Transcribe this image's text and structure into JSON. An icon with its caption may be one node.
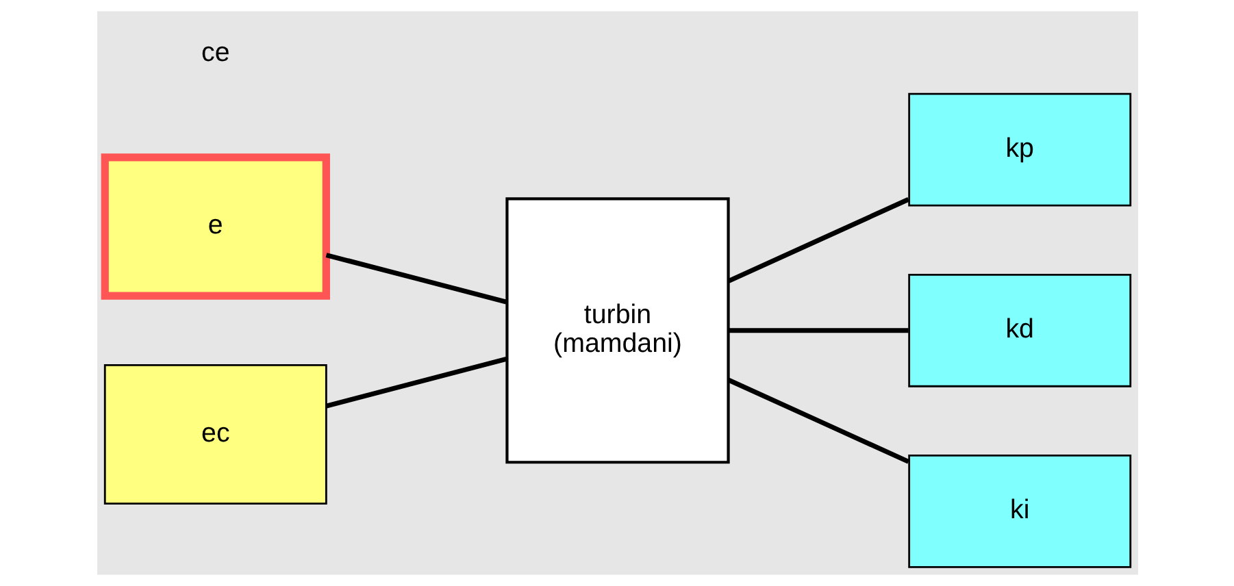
{
  "diagram": {
    "nodes": [
      {
        "text": [
          "e"
        ]
      },
      {
        "text": [
          "ec"
        ]
      },
      {
        "text": [
          "turbin",
          "(mamdani)"
        ]
      },
      {
        "text": [
          "kp"
        ]
      },
      {
        "text": [
          "kd"
        ]
      },
      {
        "text": [
          "ki"
        ]
      }
    ],
    "edges": [
      {
        "from": 0,
        "to": 2,
        "arrow": "none"
      },
      {
        "from": 1,
        "to": 2,
        "arrow": "none"
      },
      {
        "from": 2,
        "to": 3,
        "arrow": "none"
      },
      {
        "from": 2,
        "to": 4,
        "arrow": "none"
      },
      {
        "from": 2,
        "to": 5,
        "arrow": "none"
      }
    ],
    "labels": [
      "ce"
    ]
  }
}
